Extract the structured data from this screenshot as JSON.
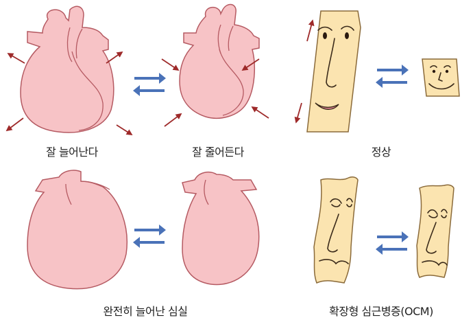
{
  "labels": {
    "stretch_well": "잘 늘어난다",
    "contract_well": "잘 줄어든다",
    "normal": "정상",
    "fully_dilated": "완전히 늘어난 심실",
    "dcm": "확장형 심근병증(OCM)"
  },
  "colors": {
    "heart_fill": "#f7c3c6",
    "heart_stroke": "#b55a62",
    "muscle_fill": "#fbe4b0",
    "muscle_stroke": "#8a6a3a",
    "exchange_arrow": "#4a72b8",
    "force_arrow": "#9e2a2a"
  }
}
